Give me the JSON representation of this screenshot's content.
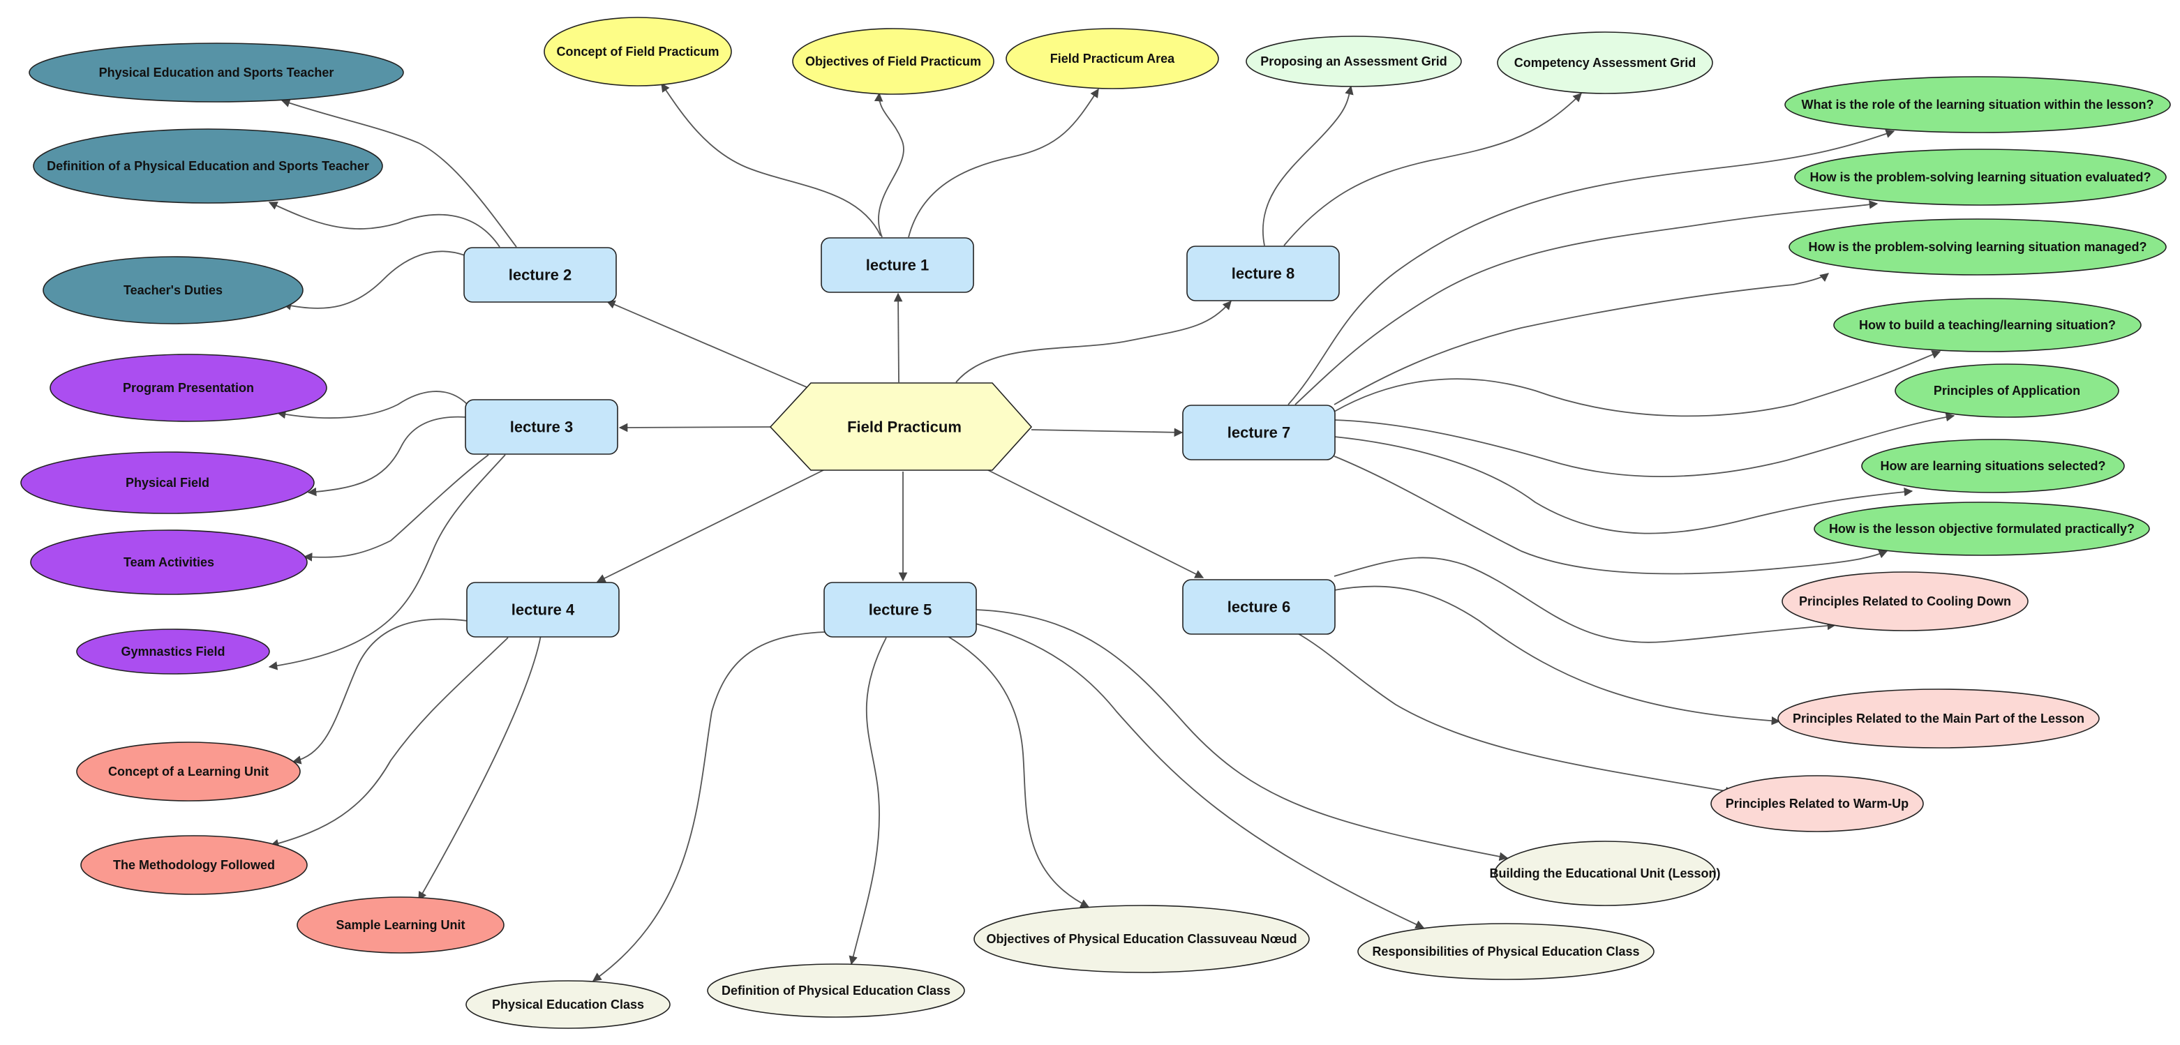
{
  "center": {
    "label": "Field Practicum",
    "color": "#fdfdc7"
  },
  "lecture_color": "#c6e6fa",
  "lectures": [
    {
      "label": "lecture 1",
      "color": "#fdfd87",
      "children": [
        "Concept of Field Practicum",
        "Objectives of Field Practicum",
        "Field Practicum Area"
      ]
    },
    {
      "label": "lecture 2",
      "color": "#5793a6",
      "children": [
        "Physical Education and Sports Teacher",
        "Definition of a Physical Education and Sports Teacher",
        "Teacher's Duties"
      ]
    },
    {
      "label": "lecture 3",
      "color": "#ab4ef0",
      "children": [
        "Program Presentation",
        "Physical Field",
        "Team Activities",
        "Gymnastics Field"
      ]
    },
    {
      "label": "lecture 4",
      "color": "#fa9a90",
      "children": [
        "Concept of a Learning Unit",
        "The Methodology Followed",
        "Sample Learning Unit"
      ]
    },
    {
      "label": "lecture 5",
      "color": "#f3f4e6",
      "children": [
        "Physical Education Class",
        "Definition of Physical Education Class",
        "Objectives of Physical Education Classuveau Nœud",
        "Responsibilities of Physical Education Class",
        "Building the Educational Unit (Lesson)"
      ]
    },
    {
      "label": "lecture 6",
      "color": "#fcd9d5",
      "children": [
        "Principles Related to Cooling Down",
        "Principles Related to the Main Part of the Lesson",
        "Principles Related to Warm-Up"
      ]
    },
    {
      "label": "lecture 7",
      "color": "#8ce88c",
      "children": [
        "What is the role of the learning situation within the lesson?",
        "How is the problem-solving learning situation evaluated?",
        "How is the problem-solving learning situation managed?",
        "How to build a teaching/learning situation?",
        "Principles of Application",
        "How are learning situations selected?",
        "How is the lesson objective formulated practically?"
      ]
    },
    {
      "label": "lecture 8",
      "color": "#e3fce3",
      "children": [
        "Proposing an Assessment Grid",
        "Competency Assessment Grid"
      ]
    }
  ]
}
